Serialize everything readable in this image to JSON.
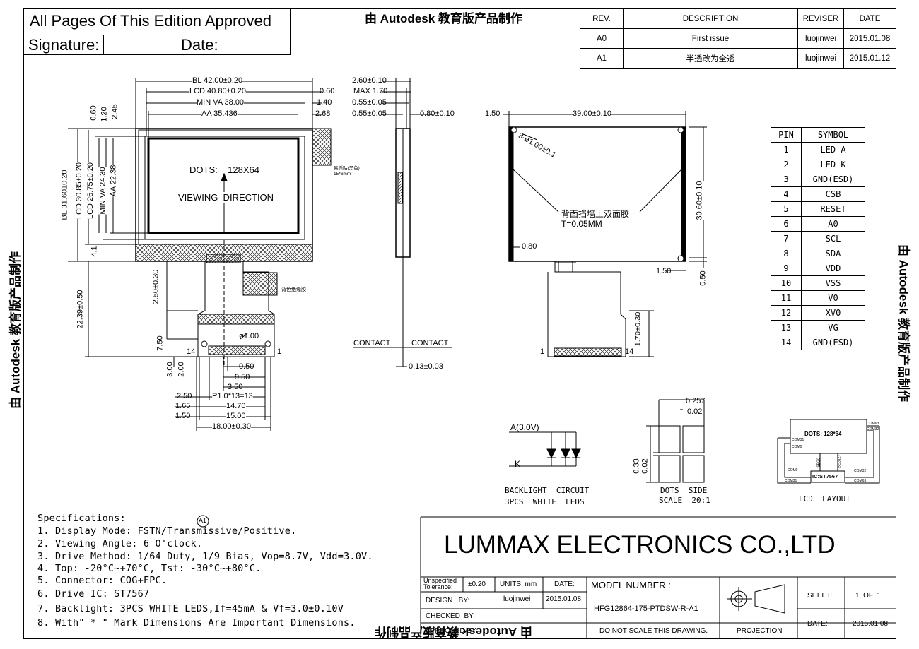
{
  "approval": {
    "title": "All Pages Of This Edition Approved",
    "signature_label": "Signature:",
    "date_label": "Date:"
  },
  "watermark": {
    "top": "由 Autodesk 教育版产品制作",
    "bottom": "由 Autodesk 教育版产品制作",
    "left": "由 Autodesk 教育版产品制作",
    "right": "由 Autodesk 教育版产品制作"
  },
  "revision_table": {
    "headers": [
      "REV.",
      "DESCRIPTION",
      "REVISER",
      "DATE"
    ],
    "rows": [
      [
        "A0",
        "First issue",
        "luojinwei",
        "2015.01.08"
      ],
      [
        "A1",
        "半透改为全透",
        "luojinwei",
        "2015.01.12"
      ]
    ]
  },
  "front_view": {
    "dims_top": [
      "BL 42.00±0.20",
      "LCD 40.80±0.20",
      "MIN VA 38.00",
      "AA 35.436"
    ],
    "dims_top_right": [
      "0.60",
      "1.40",
      "2.68"
    ],
    "dims_left": [
      "BL 31.60±0.20",
      "LCD 30.85±0.20",
      "LCD 26.75±0.20",
      "MIN VA 24.30",
      "AA 22.38"
    ],
    "dims_left_top": [
      "0.60",
      "1.20",
      "2.45"
    ],
    "dims_left_lower": [
      "4.1",
      "22.39±0.50",
      "2.50±0.30",
      "7.50"
    ],
    "dots_label": "DOTS:    128X64",
    "viewing_label": "VIEWING  DIRECTION",
    "label_note": "易撕贴(黑色)：\n15*6mm",
    "tape_note": "背色绝缘胶",
    "hole_label": "ø1.00",
    "pin_left": "14",
    "pin_right": "1",
    "dims_bottom": [
      "3.00",
      "2.00",
      "0.50",
      "9.50",
      "3.50",
      "2.50",
      "P1.0*13=13",
      "1.65",
      "14.70",
      "1.50",
      "15.00",
      "18.00±0.30"
    ]
  },
  "side_view": {
    "dims": [
      "2.60±0.10",
      "MAX 1.70",
      "0.55±0.05",
      "0.55±0.05",
      "0.80±0.10"
    ],
    "contact_left": "CONTACT",
    "contact_right": "CONTACT",
    "bottom_dim": "0.13±0.03"
  },
  "back_view": {
    "dims": [
      "1.50",
      "39.00±0.10",
      "30.60±0.10",
      "0.80",
      "1.50",
      "0.50",
      "1.70±0.30"
    ],
    "hole_label": "3-ø1.00±0.1",
    "tape_label": "背面挡墙上双面胶",
    "tape_thickness": "T=0.05MM",
    "pin_left": "1",
    "pin_right": "14"
  },
  "pin_table": {
    "headers": [
      "PIN",
      "SYMBOL"
    ],
    "rows": [
      [
        "1",
        "LED-A"
      ],
      [
        "2",
        "LED-K"
      ],
      [
        "3",
        "GND(ESD)"
      ],
      [
        "4",
        "CSB"
      ],
      [
        "5",
        "RESET"
      ],
      [
        "6",
        "A0"
      ],
      [
        "7",
        "SCL"
      ],
      [
        "8",
        "SDA"
      ],
      [
        "9",
        "VDD"
      ],
      [
        "10",
        "VSS"
      ],
      [
        "11",
        "V0"
      ],
      [
        "12",
        "XV0"
      ],
      [
        "13",
        "VG"
      ],
      [
        "14",
        "GND(ESD)"
      ]
    ]
  },
  "backlight": {
    "anode": "A(3.0V)",
    "cathode": "K",
    "caption1": "BACKLIGHT  CIRCUIT",
    "caption2": "3PCS  WHITE  LEDS"
  },
  "dots_side": {
    "dims": [
      "0.257",
      "0.02",
      "0.33",
      "0.02"
    ],
    "caption1": "DOTS  SIDE",
    "caption2": "SCALE  20:1"
  },
  "lcd_layout": {
    "dots": "DOTS: 128*64",
    "ic": "IC:ST7567",
    "caption": "LCD  LAYOUT",
    "pins": [
      "COM63",
      "COM32",
      "COM31",
      "COM0",
      "COM0",
      "SEG0",
      "SEG127",
      "COM32",
      "COM31",
      "COM63"
    ]
  },
  "specs": {
    "title": "Specifications:",
    "rev_mark": "A1",
    "items": [
      "1. Display Mode: FSTN/Transmissive/Positive.",
      "2. Viewing Angle:  6 O'clock.",
      "3. Drive Method: 1/64 Duty, 1/9 Bias, Vop=8.7V, Vdd=3.0V.",
      "4. Top: -20°C~+70°C, Tst: -30°C~+80°C.",
      "5. Connector:  COG+FPC.",
      "6. Drive IC: ST7567",
      "7. Backlight: 3PCS WHITE LEDS,If=45mA & Vf=3.0±0.10V",
      "8. With\" * \" Mark Dimensions Are Important Dimensions."
    ]
  },
  "title_block": {
    "company": "LUMMAX ELECTRONICS CO.,LTD",
    "unspecified_tolerance": "Unspecified Tolerance:",
    "tolerance": "±0.20",
    "units": "UNITS: mm",
    "date_header": "DATE:",
    "design_by": "DESIGN   BY:",
    "designer": "luojinwei",
    "design_date": "2015.01.08",
    "checked_by": "CHECKED  BY:",
    "approved_by": "APPROVED BY:",
    "model_label": "MODEL NUMBER :",
    "model": "HFG12864-175-PTDSW-R-A1",
    "no_scale": "DO NOT SCALE THIS DRAWING.",
    "projection": "PROJECTION",
    "sheet_label": "SHEET:",
    "sheet": "1  OF  1",
    "date_label": "DATE:",
    "date": "2015.01.08"
  }
}
